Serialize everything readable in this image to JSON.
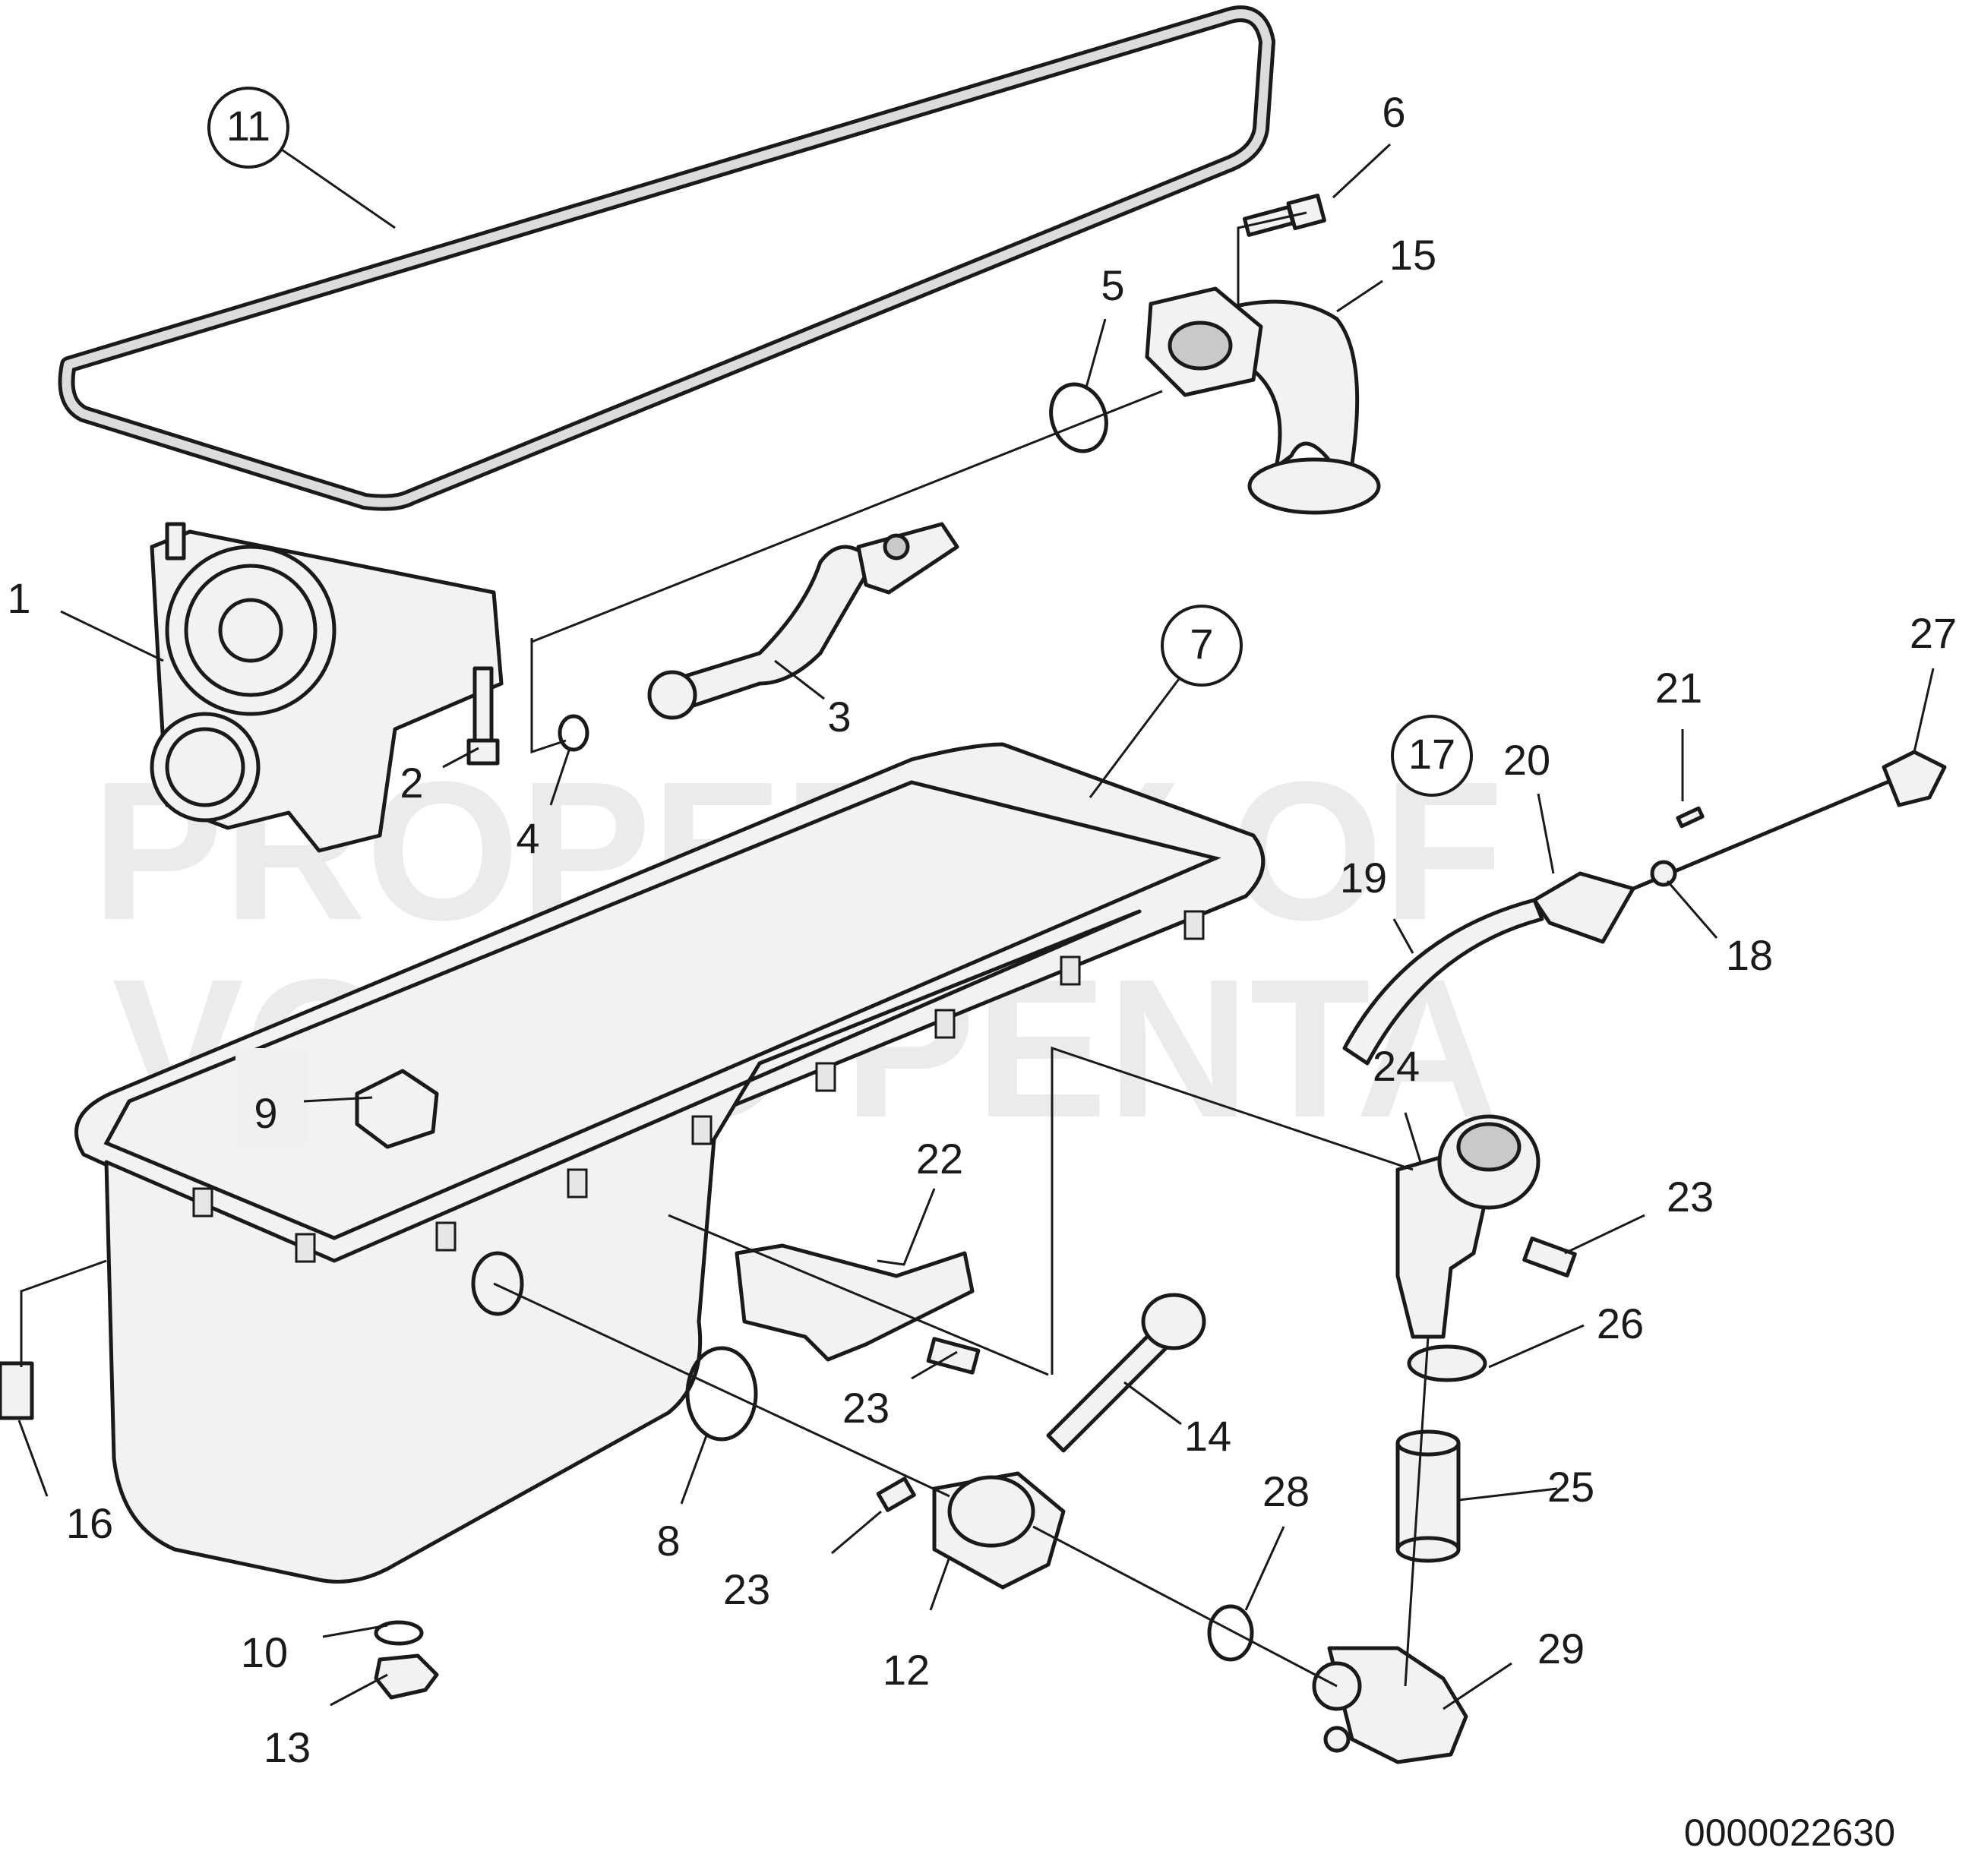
{
  "watermark": {
    "line1": "PROPERTY OF",
    "line2": "VOLVO PENTA"
  },
  "document_number": "0000022630",
  "callouts": [
    {
      "label": "11",
      "circled": true
    },
    {
      "label": "6",
      "circled": false
    },
    {
      "label": "15",
      "circled": false
    },
    {
      "label": "5",
      "circled": false
    },
    {
      "label": "1",
      "circled": false
    },
    {
      "label": "3",
      "circled": false
    },
    {
      "label": "2",
      "circled": false
    },
    {
      "label": "4",
      "circled": false
    },
    {
      "label": "7",
      "circled": true
    },
    {
      "label": "27",
      "circled": false
    },
    {
      "label": "21",
      "circled": false
    },
    {
      "label": "17",
      "circled": true
    },
    {
      "label": "20",
      "circled": false
    },
    {
      "label": "19",
      "circled": false
    },
    {
      "label": "18",
      "circled": false
    },
    {
      "label": "9",
      "circled": false
    },
    {
      "label": "24",
      "circled": false
    },
    {
      "label": "22",
      "circled": false
    },
    {
      "label": "23",
      "circled": false
    },
    {
      "label": "26",
      "circled": false
    },
    {
      "label": "23",
      "circled": false
    },
    {
      "label": "14",
      "circled": false
    },
    {
      "label": "16",
      "circled": false
    },
    {
      "label": "25",
      "circled": false
    },
    {
      "label": "28",
      "circled": false
    },
    {
      "label": "8",
      "circled": false
    },
    {
      "label": "23",
      "circled": false
    },
    {
      "label": "10",
      "circled": false
    },
    {
      "label": "12",
      "circled": false
    },
    {
      "label": "29",
      "circled": false
    },
    {
      "label": "13",
      "circled": false
    }
  ]
}
